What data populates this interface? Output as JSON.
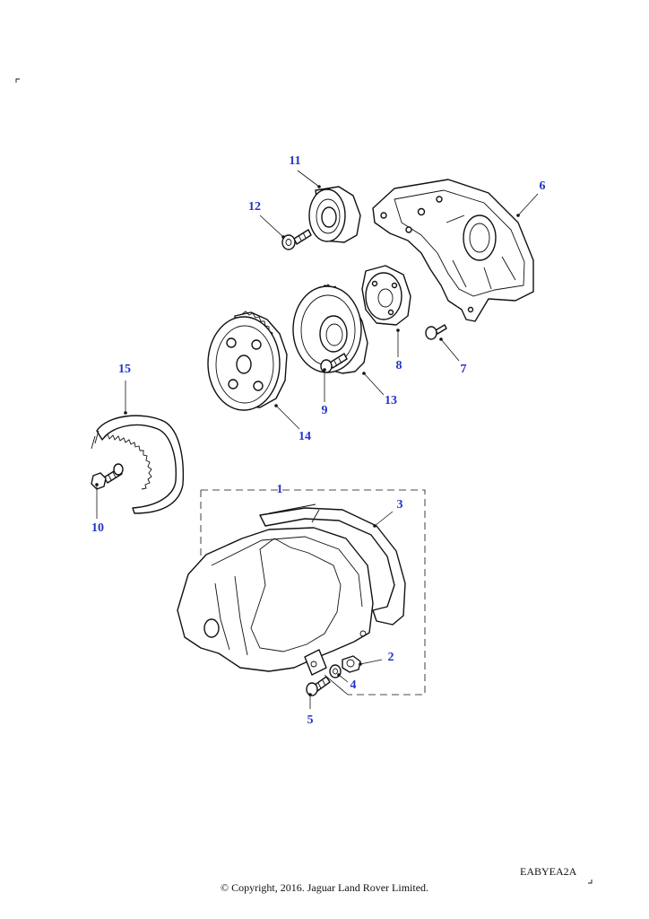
{
  "callouts": {
    "c1": "1",
    "c2": "2",
    "c3": "3",
    "c4": "4",
    "c5": "5",
    "c6": "6",
    "c7": "7",
    "c8": "8",
    "c9": "9",
    "c10": "10",
    "c11": "11",
    "c12": "12",
    "c13": "13",
    "c14": "14",
    "c15": "15"
  },
  "footer": {
    "ref_code": "EABYEA2A",
    "copyright": "© Copyright, 2016. Jaguar Land Rover Limited."
  },
  "colors": {
    "callout": "#2633c9",
    "line": "#111111"
  }
}
